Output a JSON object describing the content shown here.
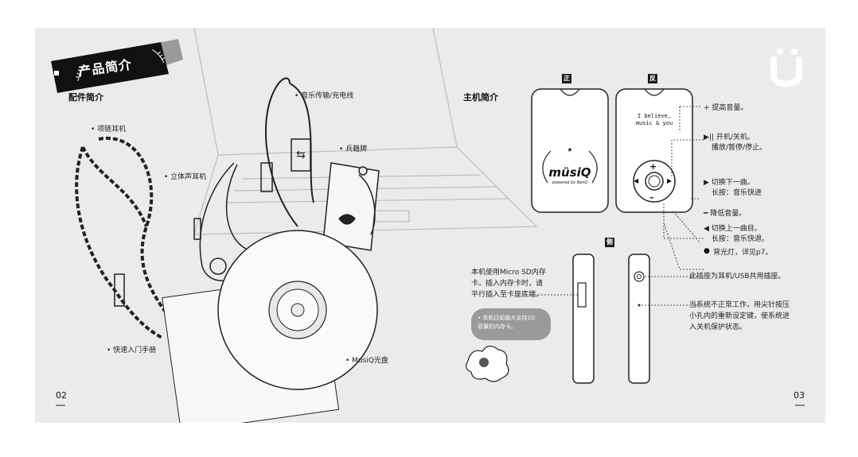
{
  "banner": {
    "title": "产品简介"
  },
  "left": {
    "heading": "配件简介",
    "labels": {
      "necklace": "• 项链耳机",
      "stereo": "• 立体声耳机",
      "cable": "• 音乐传输/充电线",
      "tag": "• 兵籍牌",
      "manual": "• 快速入门手册",
      "cd": "• MusiQ光盘"
    },
    "page_number": "02"
  },
  "right": {
    "heading": "主机简介",
    "front_tag": "正",
    "back_tag": "反",
    "side_tag": "侧",
    "brand_logo": "müsiQ",
    "brand_sub": "powered by BenQ",
    "slogan": "I believe, music & you",
    "controls": {
      "plus": "+ 提高音量。",
      "play_1": "▶|| 开机/关机。",
      "play_2": "播放/暂停/停止。",
      "next_1": "▶ 切换下一曲。",
      "next_2": "长按：音乐快进",
      "minus": "━ 降低音量。",
      "prev_1": "◀ 切换上一曲目。",
      "prev_2": "长按：音乐快退。",
      "light": "背光灯，详见p7。"
    },
    "sd_note": "本机使用Micro SD内存\n卡。插入内存卡时，请\n平行插入至卡座底端。",
    "bubble": "• 本机目前最大支持1G\n容量的内存卡。",
    "jack_note": "此插座为耳机/USB共用插座。",
    "reset_note": "当系统不正常工作，用尖针按压\n小孔内的重新设定键，使系统进\n入关机保护状态。",
    "page_number": "03"
  },
  "colors": {
    "page_bg": "#ebebeb",
    "ink": "#111111",
    "banner": "#111111",
    "banner_tail": "#9a9a9a"
  }
}
